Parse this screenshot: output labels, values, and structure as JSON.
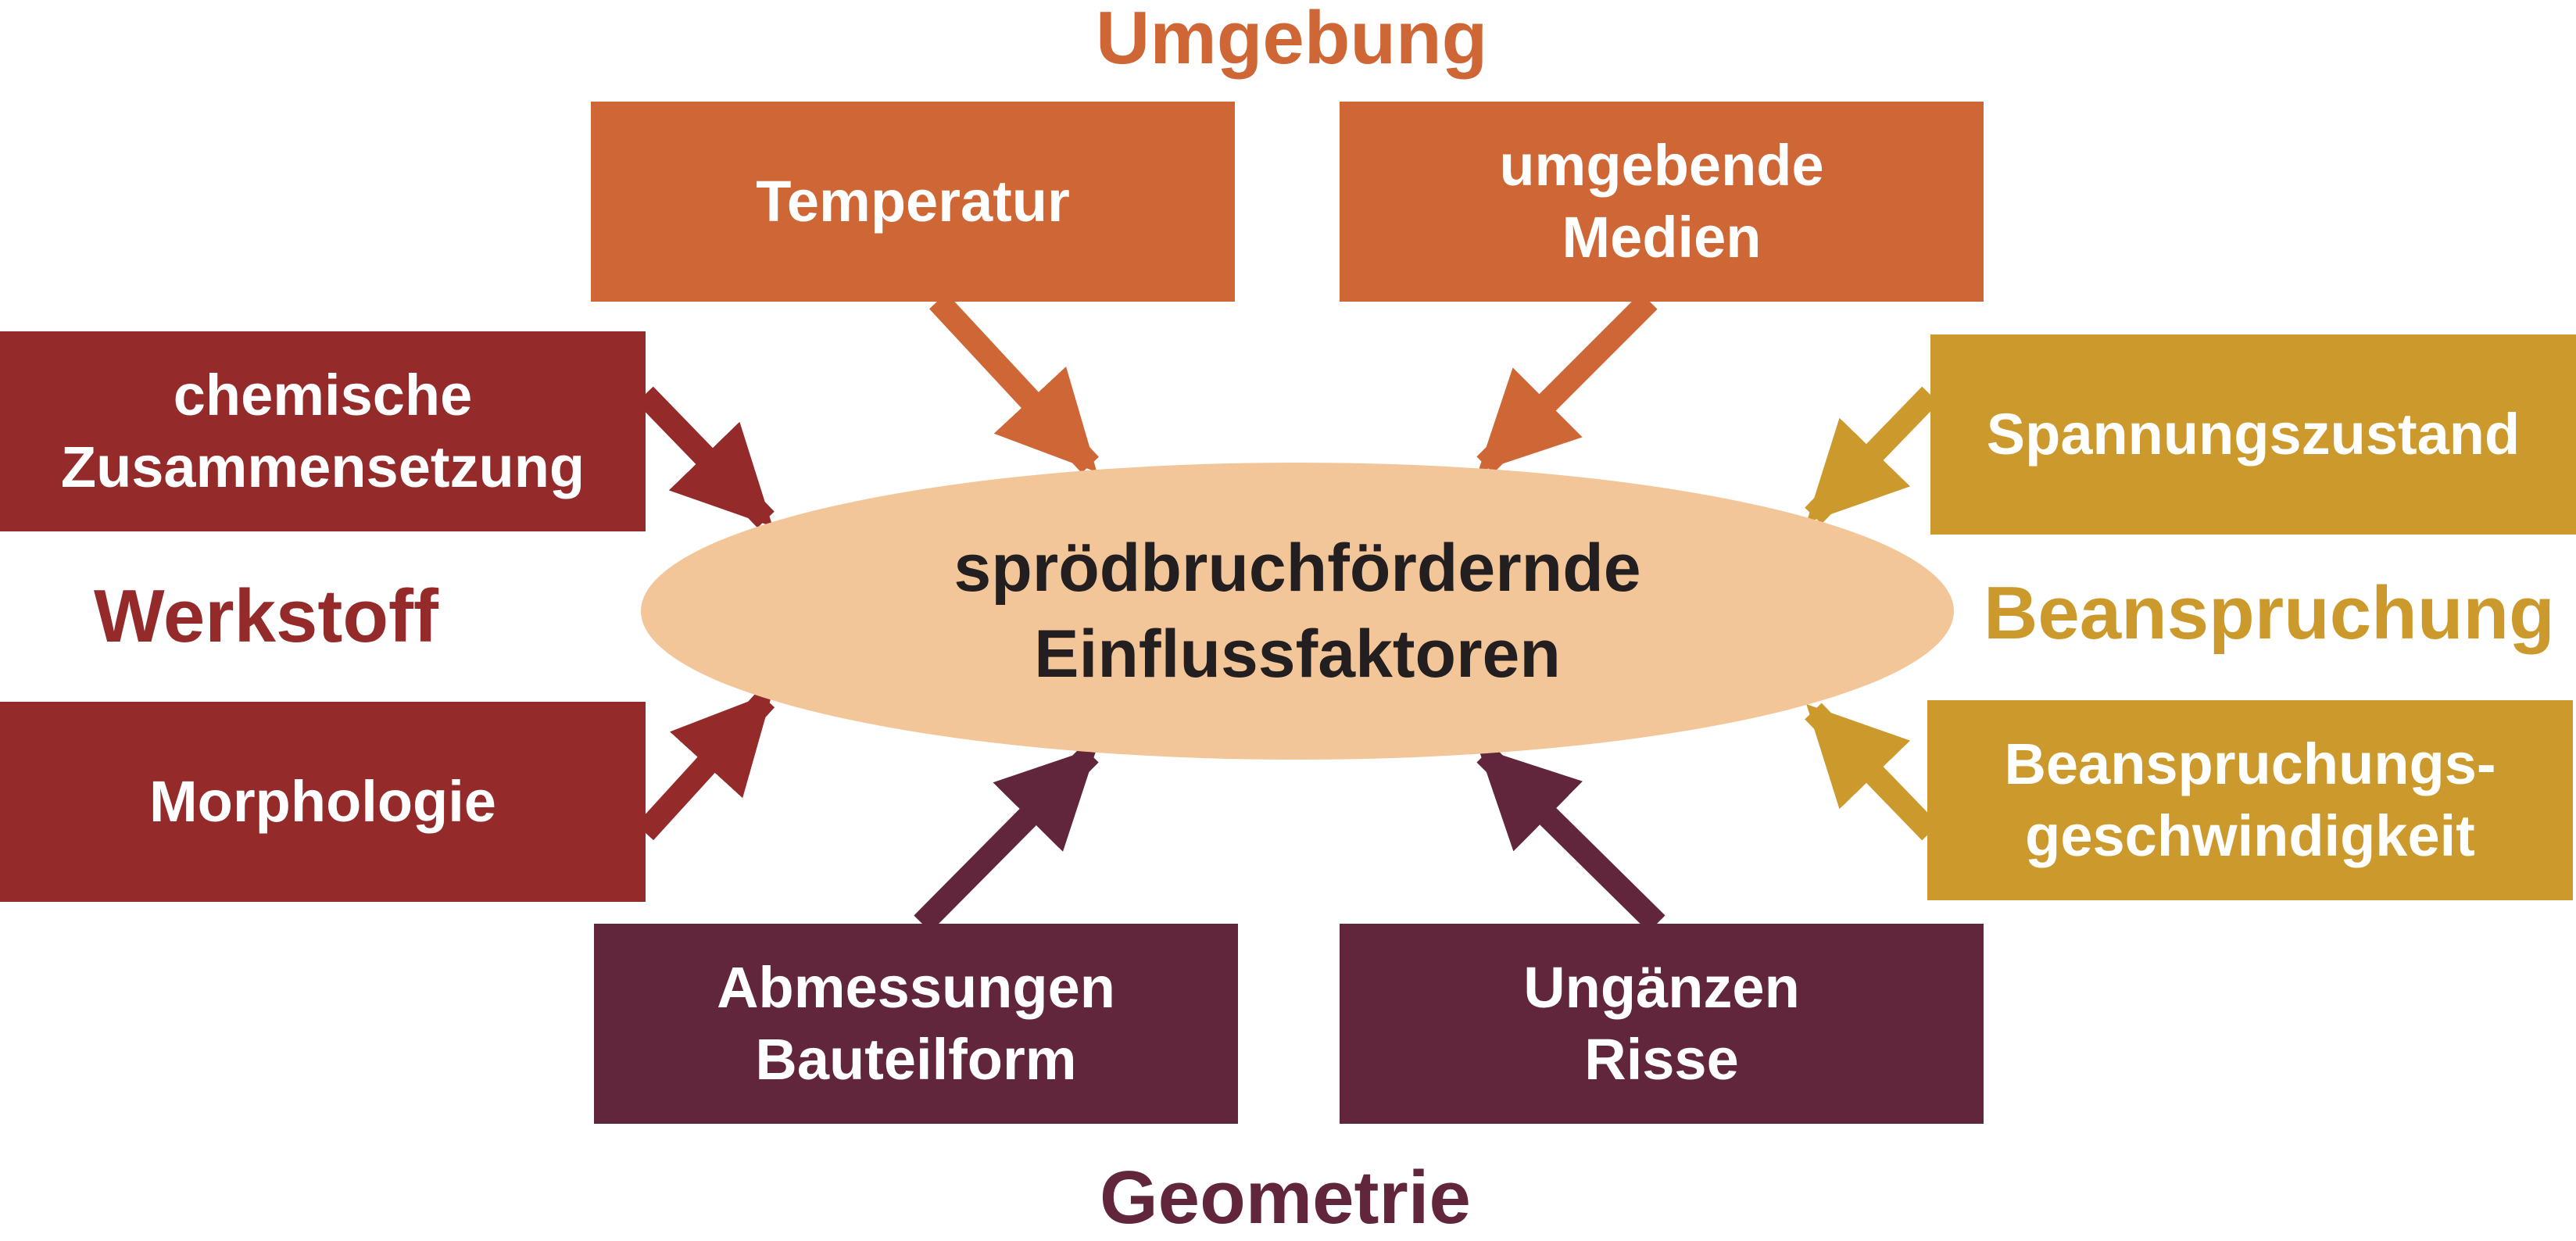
{
  "center": {
    "text": "sprödbruchfördernde\nEinflussfaktoren"
  },
  "groups": {
    "umgebung": {
      "label": "Umgebung"
    },
    "werkstoff": {
      "label": "Werkstoff"
    },
    "beanspruchung": {
      "label": "Beanspruchung"
    },
    "geometrie": {
      "label": "Geometrie"
    }
  },
  "factors": {
    "temperatur": "Temperatur",
    "medien": "umgebende\nMedien",
    "chemische": "chemische\nZusammensetzung",
    "morphologie": "Morphologie",
    "spannung": "Spannungszustand",
    "geschwindigkeit": "Beanspruchungs-\ngeschwindigkeit",
    "abmessungen": "Abmessungen\nBauteilform",
    "unganzen": "Ungänzen\nRisse"
  },
  "colors": {
    "umgebung": "#cf6635",
    "werkstoff": "#942a2a",
    "beanspruchung": "#cc9a2c",
    "geometrie": "#61263b",
    "center_fill": "#f2c698",
    "center_text": "#231f20"
  }
}
